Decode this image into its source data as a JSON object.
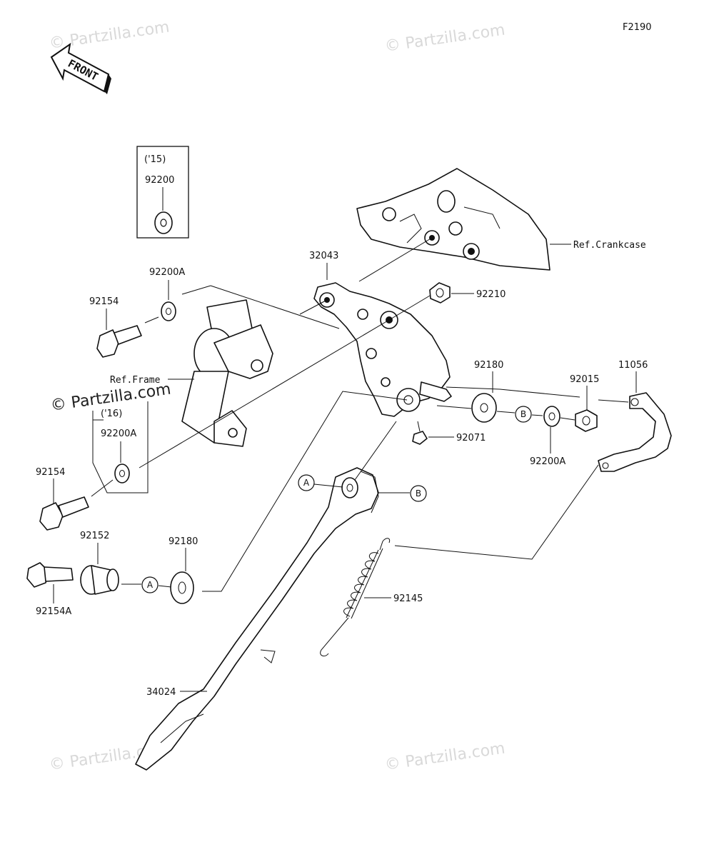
{
  "figure_code": "F2190",
  "front_label": "FRONT",
  "watermarks": [
    "© Partzilla.com",
    "© Partzilla.com",
    "© Partzilla.com",
    "© Partzilla.com",
    "© Partzilla.com"
  ],
  "inset_box": {
    "year": "('15)",
    "part": "92200"
  },
  "year_16": "('16)",
  "references": {
    "crankcase": "Ref.Crankcase",
    "frame": "Ref.Frame"
  },
  "callouts": {
    "p32043": "32043",
    "p92210": "92210",
    "p92200A_top": "92200A",
    "p92154_top": "92154",
    "p92180_right": "92180",
    "p92015": "92015",
    "p11056": "11056",
    "p92071": "92071",
    "p92200A_right": "92200A",
    "p92200A_16": "92200A",
    "p92154_mid": "92154",
    "p92152": "92152",
    "p92180_left": "92180",
    "p92154A": "92154A",
    "p92145": "92145",
    "p34024": "34024"
  },
  "marks": {
    "a": "A",
    "b": "B"
  }
}
